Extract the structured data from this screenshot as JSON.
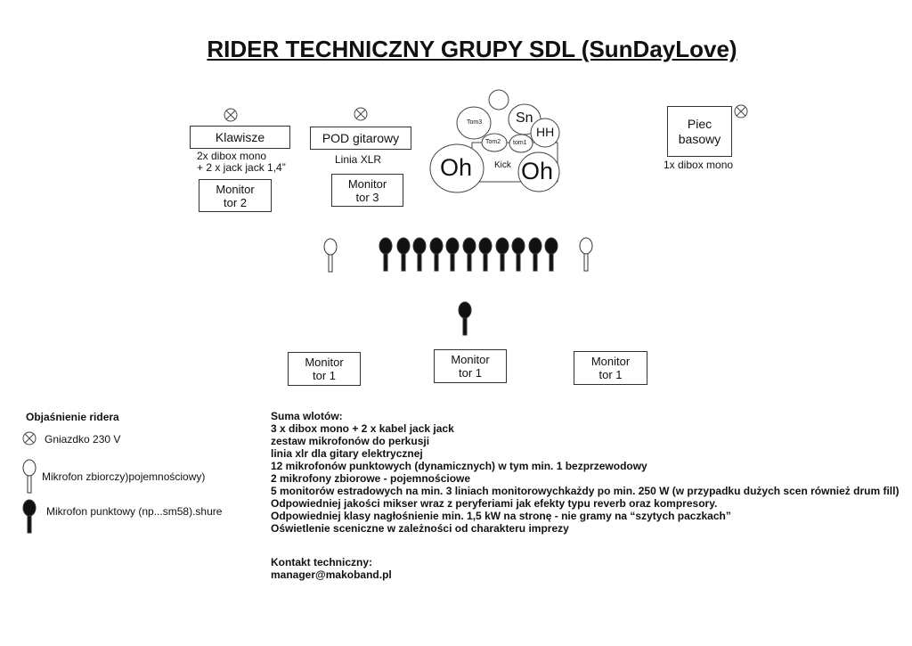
{
  "title": "RIDER TECHNICZNY GRUPY SDL (SunDayLove)",
  "stage": {
    "keys_box": "Klawisze",
    "keys_note1": "2x dibox mono",
    "keys_note2": "+ 2 x jack jack 1,4”",
    "monitor2": [
      "Monitor",
      "tor 2"
    ],
    "pod_box": "POD gitarowy",
    "pod_note": "Linia XLR",
    "monitor3": [
      "Monitor",
      "tor 3"
    ],
    "bass_box": [
      "Piec",
      "basowy"
    ],
    "bass_note": "1x dibox mono",
    "drums": {
      "tom3": "Tom3",
      "sn": "Sn",
      "hh": "HH",
      "tom2": "Tom2",
      "tom1": "tom1",
      "kick": "Kick",
      "oh_left": "Oh",
      "oh_right": "Oh"
    },
    "front_monitors": [
      [
        "Monitor",
        "tor 1"
      ],
      [
        "Monitor",
        "tor 1"
      ],
      [
        "Monitor",
        "tor 1"
      ]
    ]
  },
  "legend": {
    "heading": "Objaśnienie ridera",
    "socket": "Gniazdko 230 V",
    "condenser": "Mikrofon zbiorczy)pojemnościowy)",
    "dynamic": "Mikrofon punktowy (np...sm58).shure"
  },
  "summary": {
    "lines": [
      "Suma wlotów:",
      "3 x dibox mono + 2 x kabel jack jack",
      "zestaw mikrofonów do perkusji",
      "linia xlr dla gitary elektrycznej",
      "12 mikrofonów punktowych (dynamicznych) w tym min. 1 bezprzewodowy",
      "2 mikrofony zbiorowe - pojemnościowe",
      "5 monitorów estradowych na min. 3 liniach monitorowychkażdy po min. 250 W (w przypadku dużych scen również drum fill)",
      "Odpowiedniej jakości mikser wraz z peryferiami jak efekty typu reverb oraz kompresory.",
      "Odpowiedniej klasy nagłośnienie min. 1,5 kW na stronę - nie gramy na “szytych paczkach”",
      "Oświetlenie sceniczne w zależności od charakteru imprezy"
    ],
    "contact_label": "Kontakt techniczny:",
    "contact_email": "manager@makoband.pl"
  }
}
